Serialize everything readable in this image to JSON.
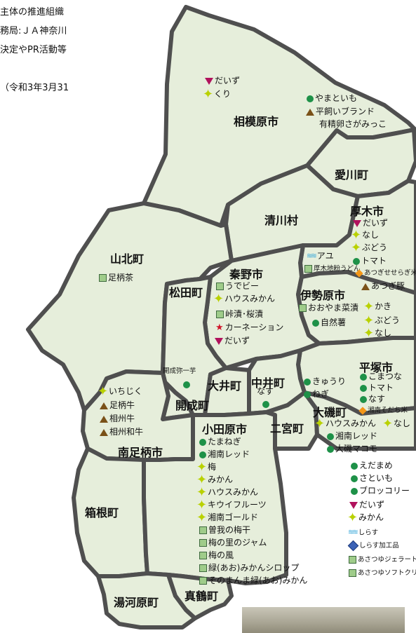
{
  "header_lines": [
    "主体の推進組織",
    "務局:ＪＡ神奈川",
    "決定やPR活動等",
    "（令和3年3月31"
  ],
  "municipalities": {
    "sagamihara": "相模原市",
    "aikawa": "愛川町",
    "kiyokawa": "清川村",
    "atsugi": "厚木市",
    "yamakita": "山北町",
    "matsuda": "松田町",
    "hadano": "秦野市",
    "isehara": "伊勢原市",
    "hiratsuka": "平塚市",
    "oi": "大井町",
    "nakai": "中井町",
    "kaisei": "開成町",
    "minamiashigara": "南足柄市",
    "oiso": "大磯町",
    "ninomiya": "二宮町",
    "odawara": "小田原市",
    "hakone": "箱根町",
    "yugawara": "湯河原町",
    "manazuru": "真鶴町"
  },
  "products": {
    "sagamihara_daizu": "だいず",
    "sagamihara_kuri": "くり",
    "sagamihara_yamatoimo": "やまといも",
    "sagamihara_hiraga": "平飼いブランド",
    "sagamihara_egg": "有精卵さがみっこ",
    "yamakita_ashigaracha": "足柄茶",
    "atsugi_daizu": "だいず",
    "atsugi_nashi": "なし",
    "atsugi_budo": "ぶどう",
    "atsugi_tomato": "トマト",
    "atsugi_ayu": "アユ",
    "atsugi_udon": "厚木地粉うどん",
    "atsugi_rice": "あつぎせせらぎ米",
    "atsugi_buta": "あつぎ豚",
    "hadano_udo": "うでビー",
    "hadano_mikan": "ハウスみかん",
    "hadano_tsukemono": "峠漬･桜漬",
    "hadano_carnation": "カーネーション",
    "hadano_daizu": "だいず",
    "isehara_ooyama": "おおやま菜漬",
    "isehara_jinenjo": "自然薯",
    "isehara_kaki": "かき",
    "isehara_budo": "ぶどう",
    "isehara_nashi": "なし",
    "kaisei_imo": "開成弥一芋",
    "nakai_nasu": "なす",
    "nakai_kyuri": "きゅうり",
    "nakai_negi": "ねぎ",
    "hiratsuka_komatsuna": "こまつな",
    "hiratsuka_tomato": "トマト",
    "hiratsuka_nasu": "なす",
    "hiratsuka_rice": "湘南そだち米",
    "minami_ichijiku": "いちじく",
    "minami_ashigaragyu": "足柄牛",
    "minami_soshugyu": "相州牛",
    "minami_soshuwagyu": "相州和牛",
    "oiso_mikan": "ハウスみかん",
    "oiso_nashi": "なし",
    "oiso_shonanred": "湘南レッド",
    "oiso_magokoro": "大磯マコモ",
    "odawara_tamanegi": "たまねぎ",
    "odawara_shonanred": "湘南レッド",
    "odawara_ume": "梅",
    "odawara_mikan": "みかん",
    "odawara_housemikan": "ハウスみかん",
    "odawara_kiwi": "キウイフルーツ",
    "odawara_gold": "湘南ゴールド",
    "odawara_umeboshi": "曽我の梅干",
    "odawara_jam": "梅の里のジャム",
    "odawara_kaze": "梅の風",
    "odawara_syrup": "緑(あお)みかんシロップ",
    "odawara_sonomama": "そのまんま緑(あお)みかん",
    "ninomiya_edamame": "えだまめ",
    "ninomiya_satoimo": "さといも",
    "ninomiya_broccoli": "ブロッコリー",
    "ninomiya_daizu": "だいず",
    "ninomiya_mikan": "みかん",
    "ninomiya_shirasu": "しらす",
    "ninomiya_shirasu_kakou": "しらす加工品",
    "ninomiya_gelato": "あさつゆジェラート",
    "ninomiya_softcream": "あさつゆソフトクリーム"
  },
  "colors": {
    "fill": "#e6eedb",
    "border": "#4f4f4f",
    "circle": "#1e9148",
    "triangle_brown": "#7a5118",
    "triangle_magenta": "#b1125d",
    "star": "#b9d100",
    "carnation_star": "#d0152a",
    "diamond_orange": "#f39617",
    "diamond_blue": "#3b62b6",
    "wave": "#35a6d8"
  }
}
